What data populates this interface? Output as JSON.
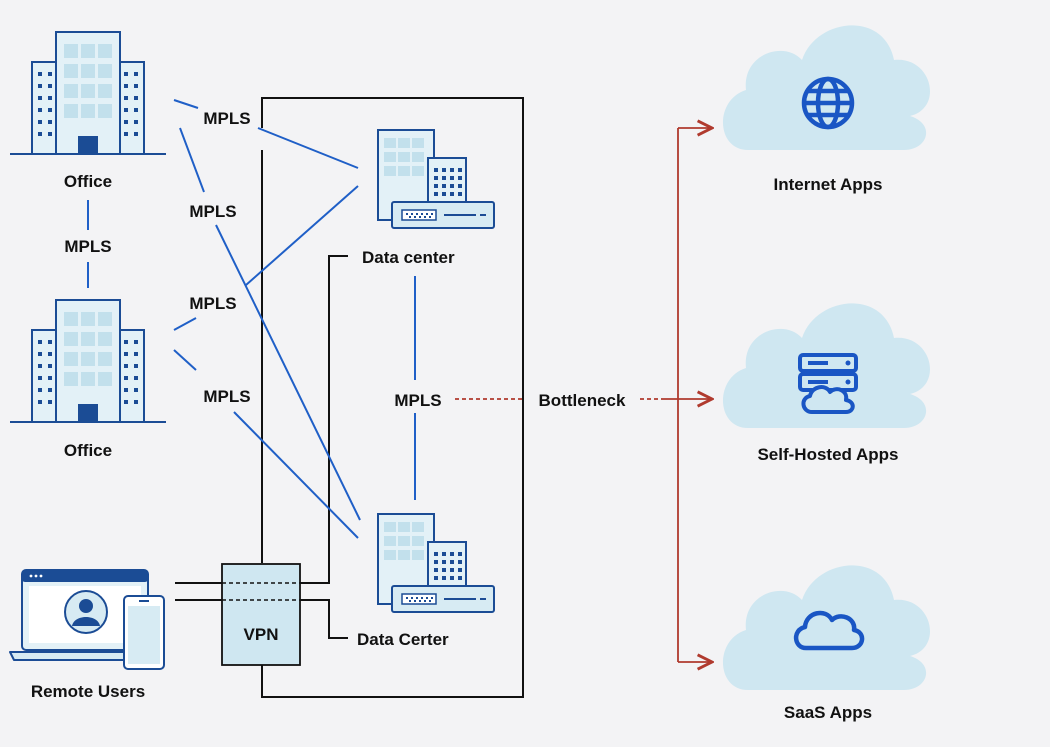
{
  "nodes": {
    "office_top": "Office",
    "office_bottom": "Office",
    "remote_users": "Remote Users",
    "vpn": "VPN",
    "data_center_top": "Data center",
    "data_center_bottom": "Data Certer",
    "internet_apps": "Internet Apps",
    "self_hosted_apps": "Self-Hosted Apps",
    "saas_apps": "SaaS Apps"
  },
  "links": {
    "mpls_offices": "MPLS",
    "mpls_office1_dc1": "MPLS",
    "mpls_office1_dc2": "MPLS",
    "mpls_office2_dc1": "MPLS",
    "mpls_office2_dc2": "MPLS",
    "mpls_dc_dc": "MPLS",
    "bottleneck": "Bottleneck"
  },
  "colors": {
    "background": "#f3f3f5",
    "mpls_line": "#1f5fc7",
    "bottleneck_line": "#b03a2e",
    "cloud": "#cfe7f1",
    "building_dark": "#1b4c95",
    "building_light": "#e3f1f7",
    "icon_blue": "#1a56c4"
  },
  "icons": [
    "office-building-icon",
    "data-center-building-icon",
    "server-icon",
    "laptop-icon",
    "phone-icon",
    "user-avatar-icon",
    "globe-icon",
    "server-cloud-icon",
    "cloud-icon",
    "arrow-right-icon"
  ]
}
